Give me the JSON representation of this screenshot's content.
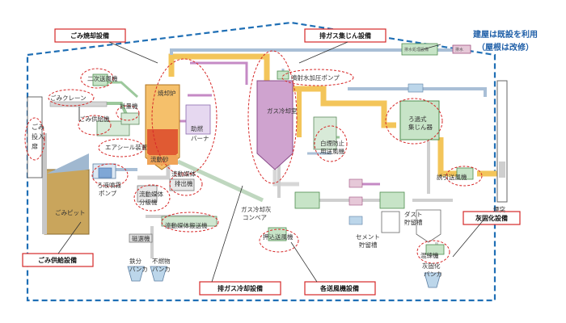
{
  "building_note": {
    "line1": "建屋は既設を利用",
    "line2": "（屋根は改修）"
  },
  "sections": {
    "incineration": "ごみ焼却設備",
    "dust_collection": "排ガス集じん設備",
    "feeding": "ごみ供給設備",
    "gas_cooling": "排ガス冷却設備",
    "blowers": "各送風機設備",
    "ash_solidification": "灰固化設備"
  },
  "equipment": {
    "crane": "ごみクレーン",
    "hopper_col1": "ごみ",
    "hopper_col2": "投入",
    "hopper_col3": "扉",
    "pit": "ごみピット",
    "feeder": "ごみ供給機",
    "air_fan": "二次送風機",
    "weigh": "計量機",
    "air_seal": "エアシール装置",
    "furnace": "焼却炉",
    "burner1": "助燃",
    "burner2": "バーナ",
    "fluid_sand": "流動砂",
    "filter_pump1": "ろ液噴霧",
    "filter_pump2": "ポンプ",
    "medium_sep1": "流動媒体",
    "medium_sep2": "分級機",
    "medium_out1": "流動媒体",
    "medium_out2": "排出機",
    "medium_conv": "流動媒体搬送機",
    "magnet": "磁選機",
    "iron1": "鉄分",
    "iron2": "バンカ",
    "incomb1": "不燃物",
    "incomb2": "バンカ",
    "cooling_chamber": "ガス冷却室",
    "spray_pump": "噴射水加圧ポンプ",
    "ash_conv1": "ガス冷却灰",
    "ash_conv2": "コンベア",
    "push_fan": "押込送風機",
    "bag_filter1": "ろ過式",
    "bag_filter2": "集じん器",
    "white_smoke1": "白煙防止",
    "white_smoke2": "用送風機",
    "induced_fan": "誘引送風機",
    "stack": "煙突",
    "cement1": "セメント",
    "cement2": "貯留槽",
    "dust1": "ダスト",
    "dust2": "貯留槽",
    "kneader": "混練機",
    "ash_fix1": "灰固化",
    "ash_fix2": "バンカ",
    "treat_water": "排水処理設備",
    "drain": "排水"
  }
}
